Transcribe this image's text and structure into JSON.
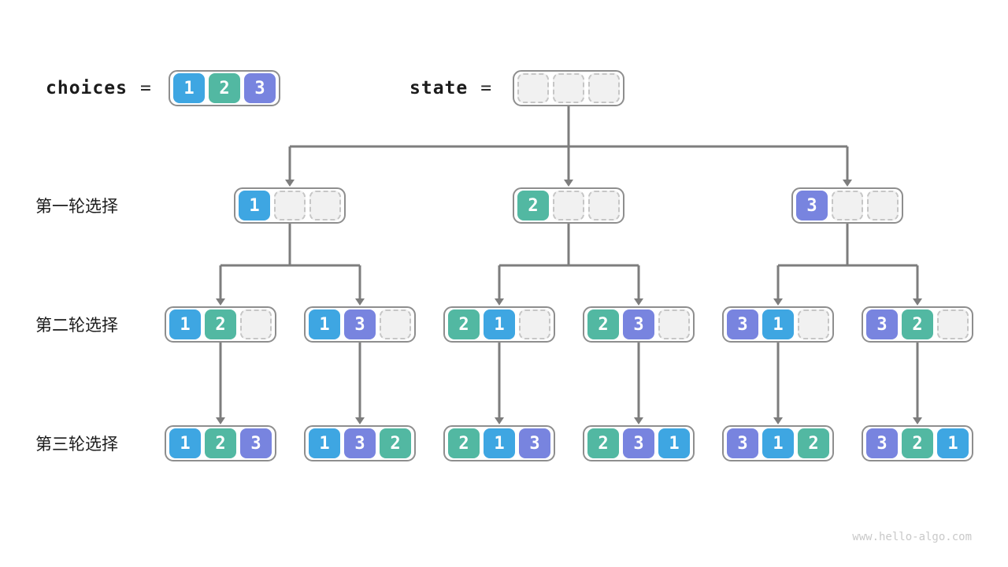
{
  "colors": {
    "1": "#3EA6E2",
    "2": "#52B8A2",
    "3": "#7884DF",
    "line": "#7D7D7D"
  },
  "header": {
    "choices_label": "choices",
    "equals_sign": "=",
    "choices_cells": [
      "1",
      "2",
      "3"
    ],
    "state_label": "state",
    "state_cells": [
      "",
      "",
      ""
    ]
  },
  "rows": [
    {
      "label": "第一轮选择",
      "nodes": [
        [
          "1",
          "",
          ""
        ],
        [
          "2",
          "",
          ""
        ],
        [
          "3",
          "",
          ""
        ]
      ]
    },
    {
      "label": "第二轮选择",
      "nodes": [
        [
          "1",
          "2",
          ""
        ],
        [
          "1",
          "3",
          ""
        ],
        [
          "2",
          "1",
          ""
        ],
        [
          "2",
          "3",
          ""
        ],
        [
          "3",
          "1",
          ""
        ],
        [
          "3",
          "2",
          ""
        ]
      ]
    },
    {
      "label": "第三轮选择",
      "nodes": [
        [
          "1",
          "2",
          "3"
        ],
        [
          "1",
          "3",
          "2"
        ],
        [
          "2",
          "1",
          "3"
        ],
        [
          "2",
          "3",
          "1"
        ],
        [
          "3",
          "1",
          "2"
        ],
        [
          "3",
          "2",
          "1"
        ]
      ]
    }
  ],
  "watermark": "www.hello-algo.com"
}
